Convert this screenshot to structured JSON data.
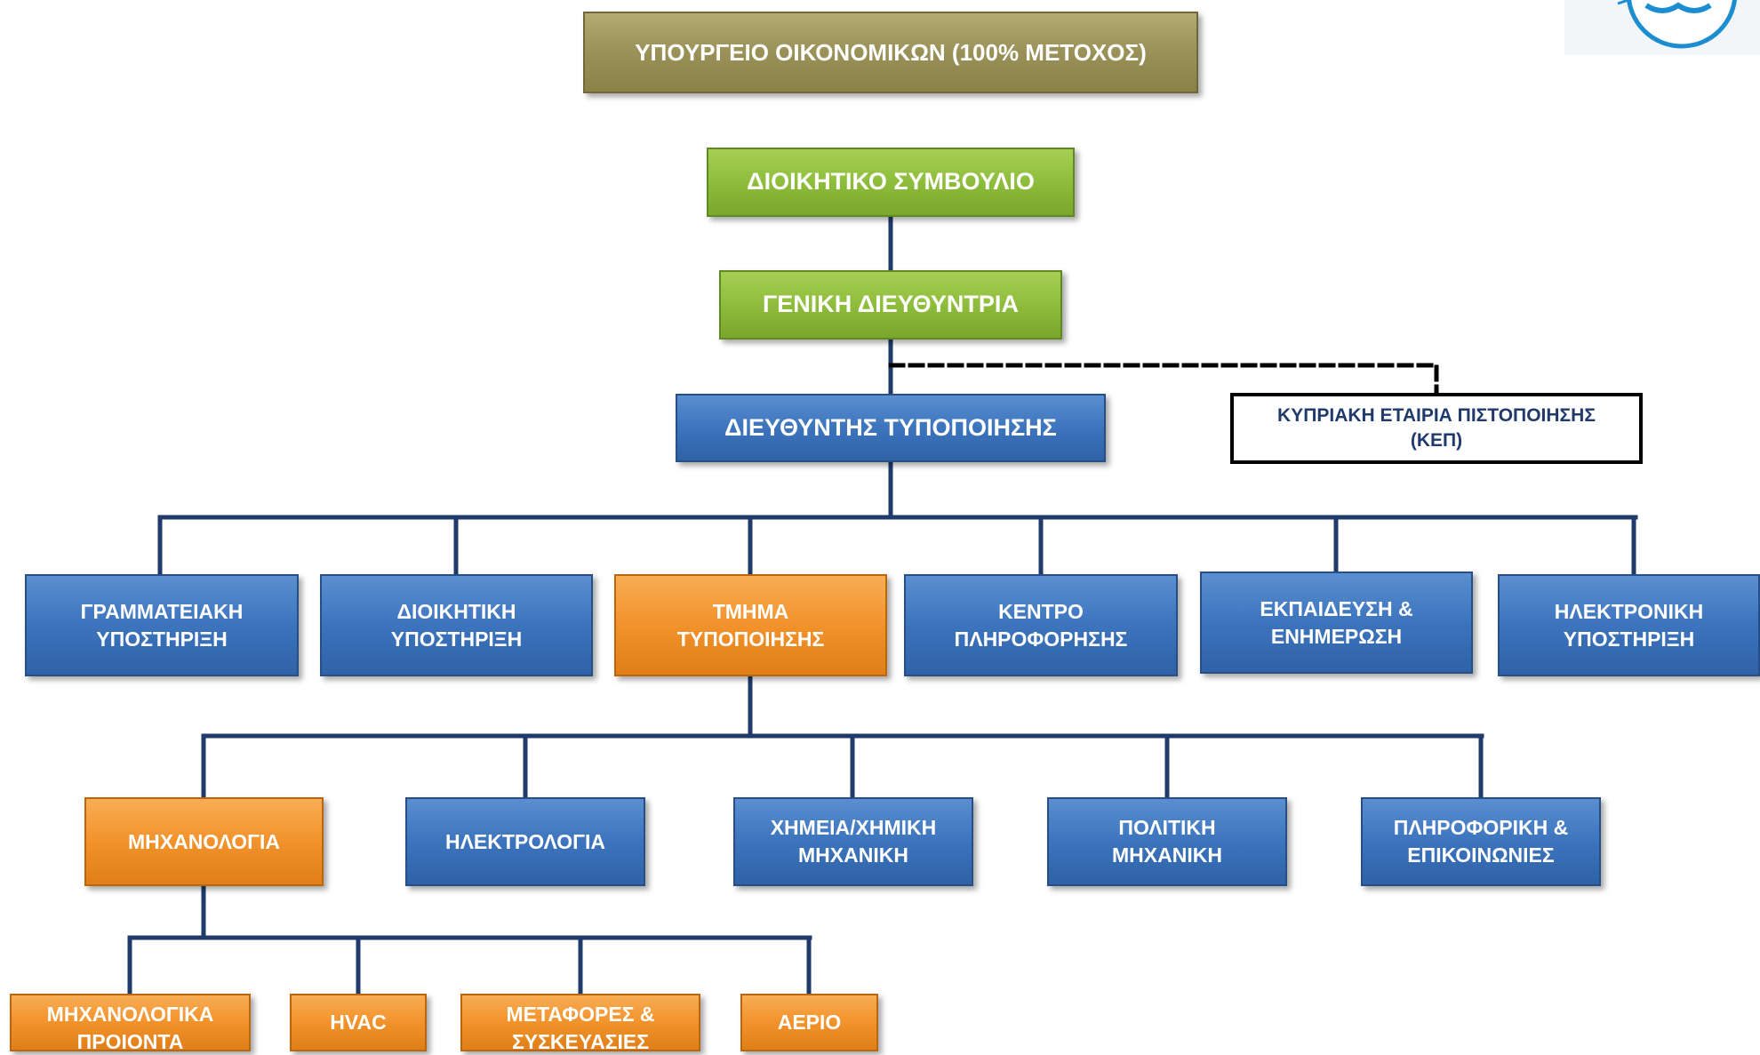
{
  "colors": {
    "connector": "#1f3a6b",
    "dashed_connector": "#000000",
    "olive": "#9a9158",
    "green": "#8ebd3c",
    "blue": "#3c74bd",
    "orange": "#f2922b",
    "logo": "#1c8dd0"
  },
  "nodes": {
    "ministry": "ΥΠΟΥΡΓΕΙΟ ΟΙΚΟΝΟΜΙΚΩΝ (100% ΜΕΤΟΧΟΣ)",
    "board": "ΔΙΟΙΚΗΤΙΚΟ ΣΥΜΒΟΥΛΙΟ",
    "general_director": "ΓΕΝΙΚΗ ΔΙΕΥΘΥΝΤΡΙΑ",
    "standardization_director": "ΔΙΕΥΘΥΝΤΗΣ ΤΥΠΟΠΟΙΗΣΗΣ",
    "kep": {
      "line1": "ΚΥΠΡΙΑΚΗ ΕΤΑΙΡΙΑ ΠΙΣΤΟΠΟΙΗΣΗΣ",
      "line2": "(ΚΕΠ)"
    },
    "departments": [
      {
        "line1": "ΓΡΑΜΜΑΤΕΙΑΚΗ",
        "line2": "ΥΠΟΣΤΗΡΙΞΗ"
      },
      {
        "line1": "ΔΙΟΙΚΗΤΙΚΗ",
        "line2": "ΥΠΟΣΤΗΡΙΞΗ"
      },
      {
        "line1": "ΤΜΗΜΑ",
        "line2": "ΤΥΠΟΠΟΙΗΣΗΣ"
      },
      {
        "line1": "ΚΕΝΤΡΟ",
        "line2": "ΠΛΗΡΟΦΟΡΗΣΗΣ"
      },
      {
        "line1": "ΕΚΠΑΙΔΕΥΣΗ &",
        "line2": "ΕΝΗΜΕΡΩΣΗ"
      },
      {
        "line1": "ΗΛΕΚΤΡΟΝΙΚΗ",
        "line2": "ΥΠΟΣΤΗΡΙΞΗ"
      }
    ],
    "sectors": [
      {
        "line1": "ΜΗΧΑΝΟΛΟΓΙΑ",
        "line2": ""
      },
      {
        "line1": "ΗΛΕΚΤΡΟΛΟΓΙΑ",
        "line2": ""
      },
      {
        "line1": "ΧΗΜΕΙΑ/ΧΗΜΙΚΗ",
        "line2": "ΜΗΧΑΝΙΚΗ"
      },
      {
        "line1": "ΠΟΛΙΤΙΚΗ",
        "line2": "ΜΗΧΑΝΙΚΗ"
      },
      {
        "line1": "ΠΛΗΡΟΦΟΡΙΚΗ &",
        "line2": "ΕΠΙΚΟΙΝΩΝΙΕΣ"
      }
    ],
    "subsectors": [
      {
        "line1": "ΜΗΧΑΝΟΛΟΓΙΚΑ",
        "line2": "ΠΡΟΙΟΝΤΑ"
      },
      {
        "line1": "HVAC",
        "line2": ""
      },
      {
        "line1": "ΜΕΤΑΦΟΡΕΣ &",
        "line2": "ΣΥΣΚΕΥΑΣΙΕΣ"
      },
      {
        "line1": "ΑΕΡΙΟ",
        "line2": ""
      }
    ]
  },
  "logo_icon": "organization-logo-icon"
}
